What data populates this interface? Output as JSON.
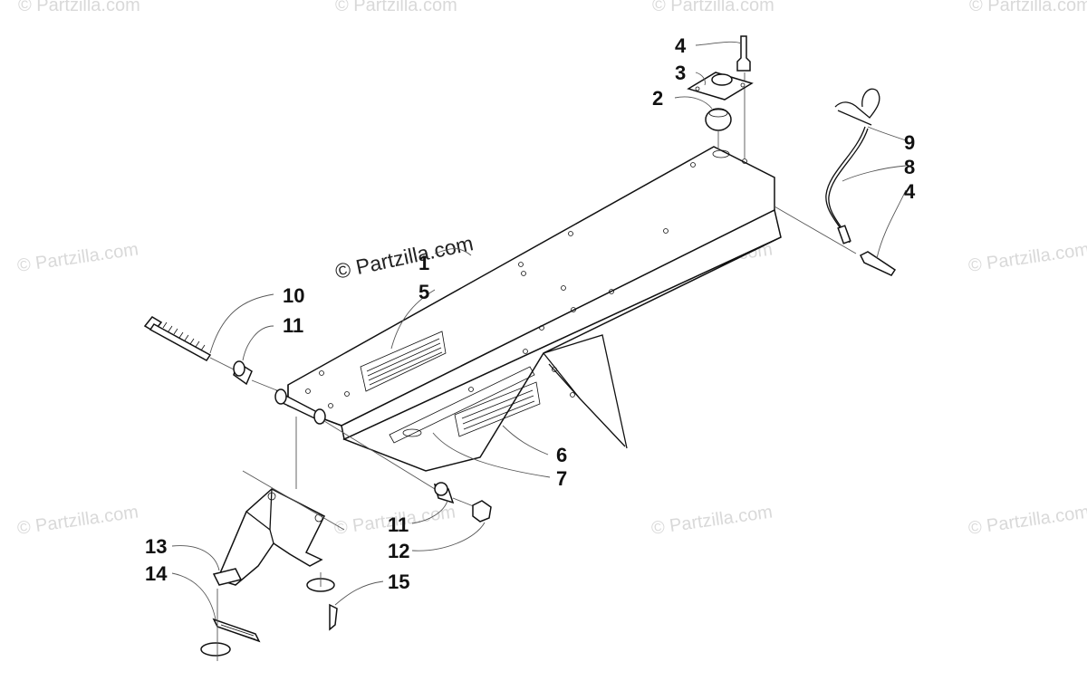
{
  "watermark": "© Partzilla.com",
  "callouts": {
    "c1": "1",
    "c2": "2",
    "c3": "3",
    "c4a": "4",
    "c4b": "4",
    "c5": "5",
    "c6": "6",
    "c7": "7",
    "c8": "8",
    "c9": "9",
    "c10": "10",
    "c11a": "11",
    "c11b": "11",
    "c12": "12",
    "c13": "13",
    "c14": "14",
    "c15": "15"
  }
}
